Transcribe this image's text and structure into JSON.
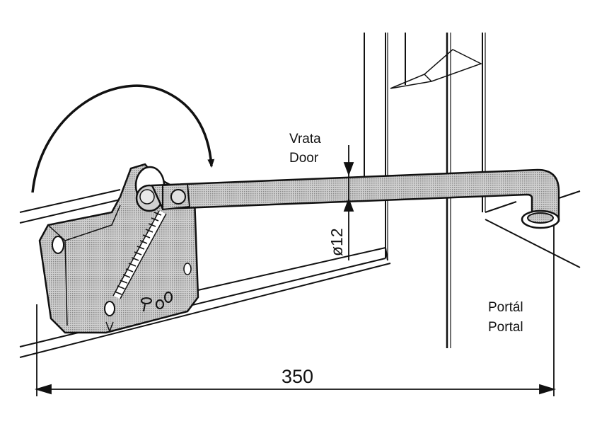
{
  "labels": {
    "door_cz": "Vrata",
    "door_en": "Door",
    "portal_cz": "Portál",
    "portal_en": "Portal",
    "diameter": "ø12",
    "length": "350"
  },
  "colors": {
    "line": "#111111",
    "shade": "#b9b9b9",
    "background": "#ffffff"
  }
}
